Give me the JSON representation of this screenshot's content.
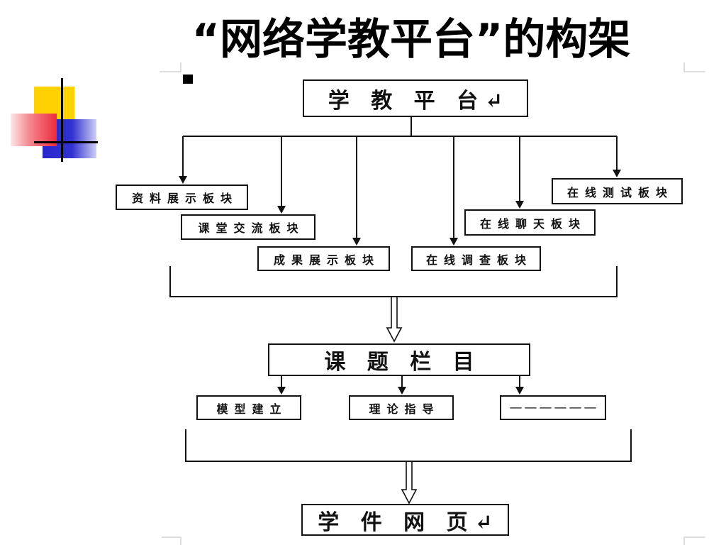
{
  "slide": {
    "title": "“网络学教平台”的构架"
  },
  "diagram": {
    "root": "学 教 平 台↵",
    "modules": [
      "资料展示板块",
      "课堂交流板块",
      "成果展示板块",
      "在线调查板块",
      "在线聊天板块",
      "在线测试板块"
    ],
    "column": "课 题 栏 目",
    "column_items": [
      "模型建立",
      "理论指导",
      "——————"
    ],
    "output": "学 件 网 页↵"
  },
  "theme": {
    "logo_yellow": "#FFD200",
    "logo_red": "#EE2B3B",
    "logo_blue": "#2626CC",
    "line_color": "#111111"
  }
}
